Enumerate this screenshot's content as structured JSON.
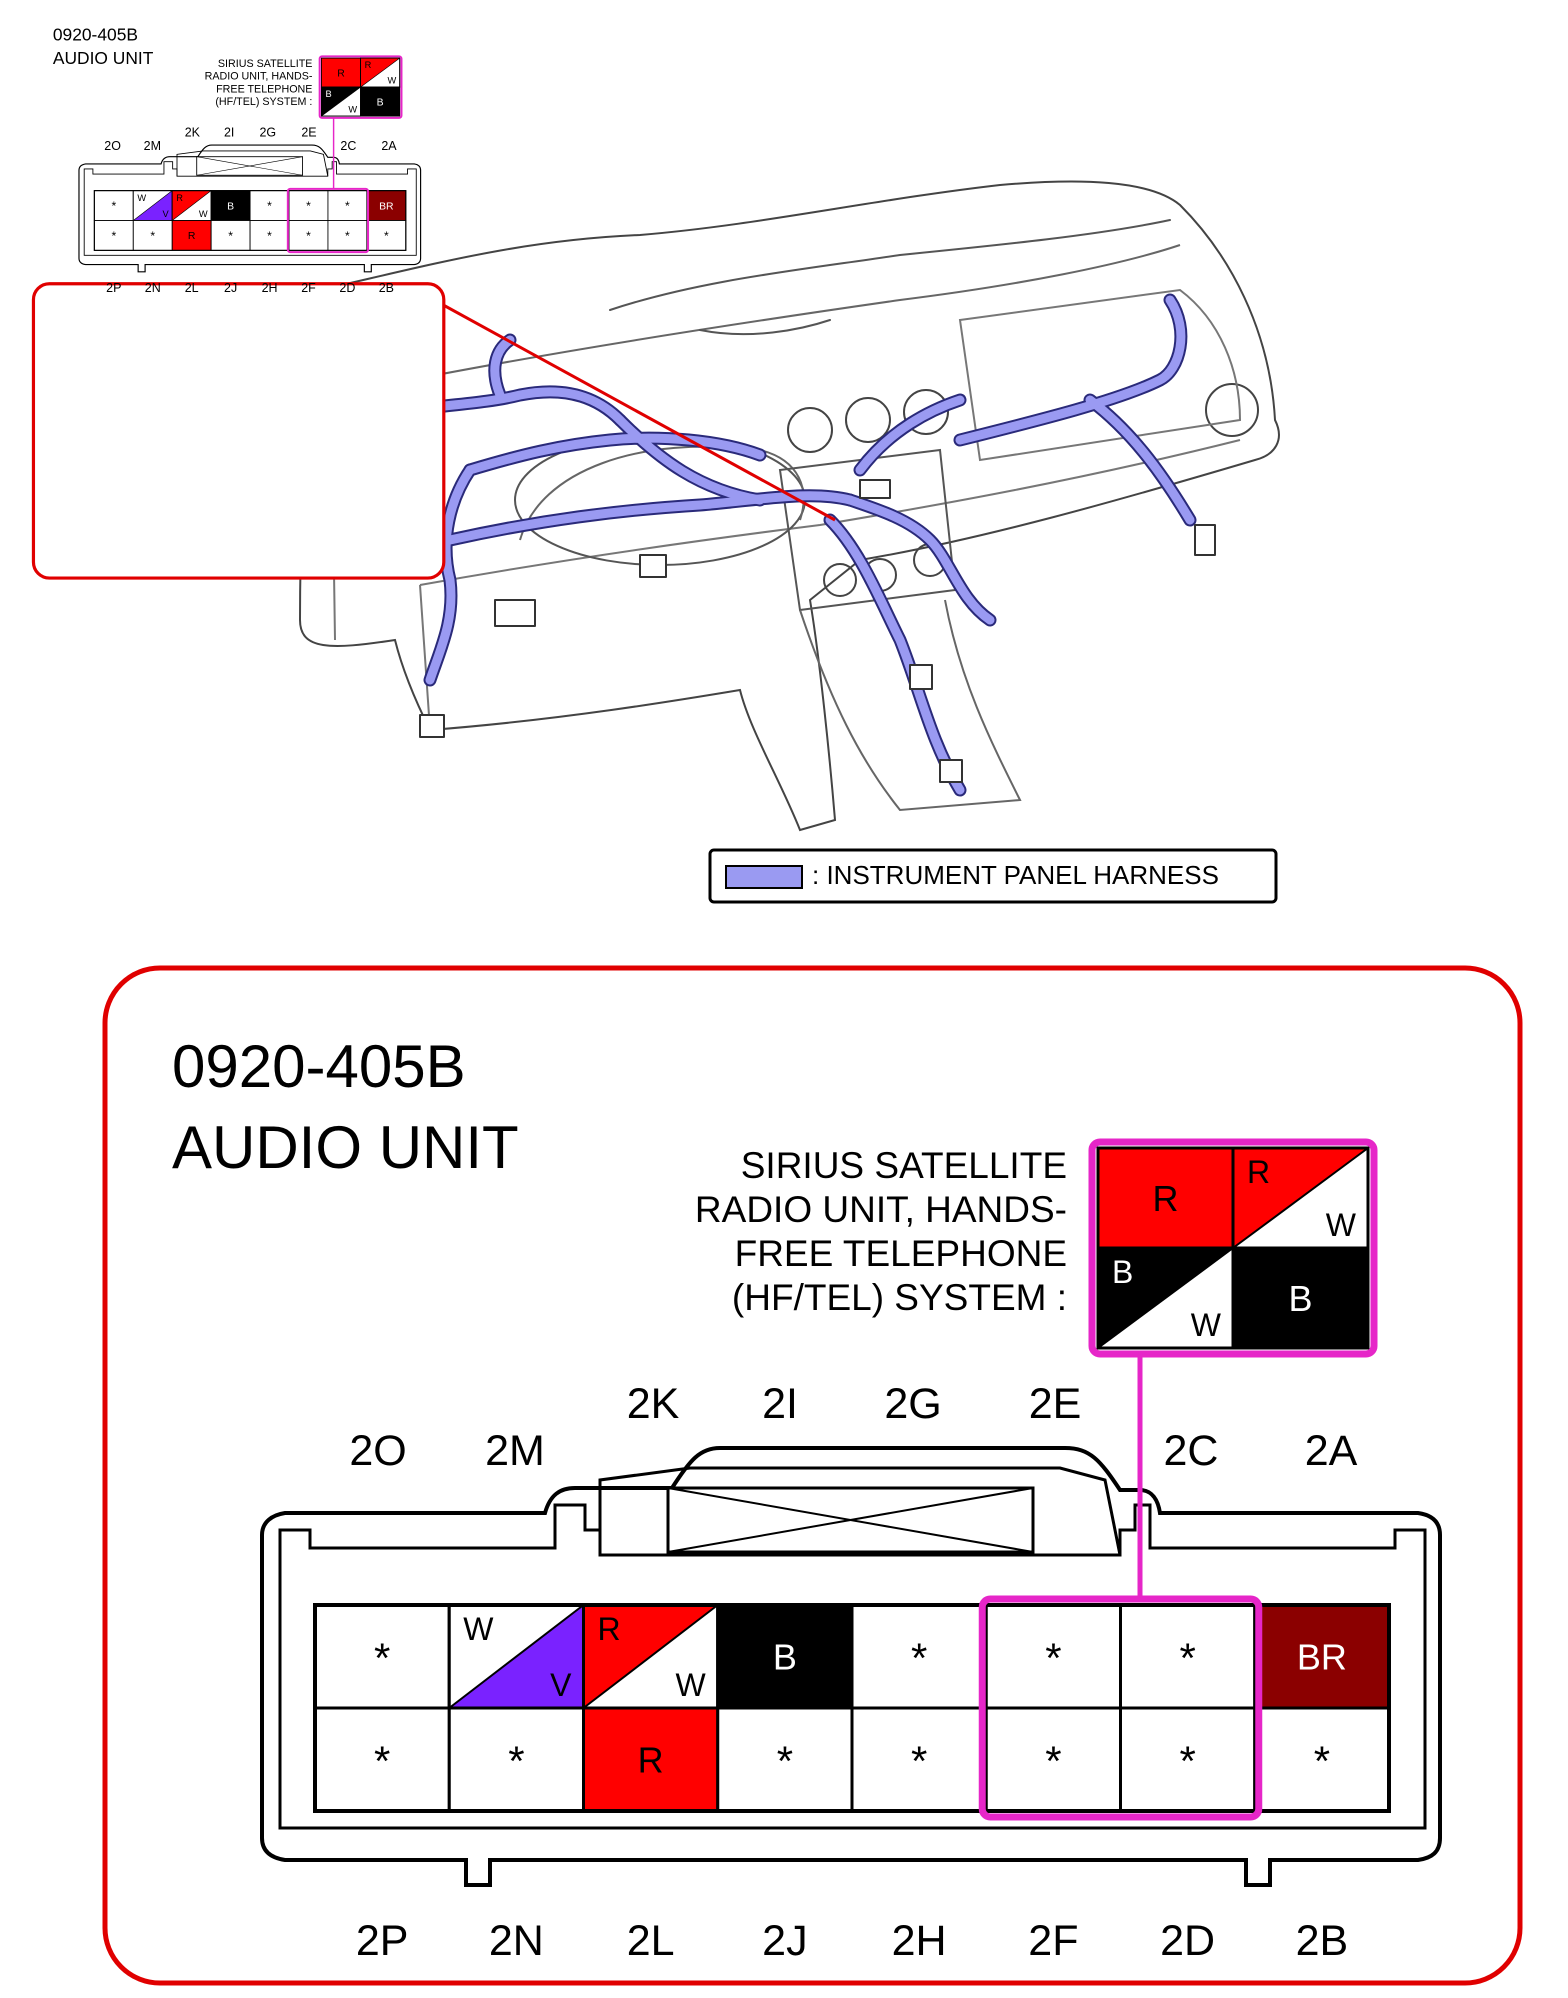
{
  "connector_id": "0920-405B",
  "connector_name": "AUDIO UNIT",
  "system_note": [
    "SIRIUS SATELLITE",
    "RADIO UNIT, HANDS-",
    "FREE TELEPHONE",
    "(HF/TEL) SYSTEM :"
  ],
  "legend": {
    "label": ": INSTRUMENT PANEL HARNESS",
    "color": "#9a9af2"
  },
  "colors": {
    "red": "#ff0000",
    "black": "#000000",
    "violet": "#7a22ff",
    "brown": "#8b0000",
    "magenta": "#e626c8",
    "callout": "#e00000"
  },
  "top_labels_upper": [
    "2K",
    "2I",
    "2G",
    "2E"
  ],
  "top_labels_lower": [
    "2O",
    "2M",
    "2C",
    "2A"
  ],
  "bottom_labels": [
    "2P",
    "2N",
    "2L",
    "2J",
    "2H",
    "2F",
    "2D",
    "2B"
  ],
  "pins": {
    "row1": [
      {
        "type": "empty",
        "mark": "*"
      },
      {
        "type": "split",
        "tl": "W",
        "br": "V",
        "c1": "#ffffff",
        "c2": "#7a22ff"
      },
      {
        "type": "split",
        "tl": "R",
        "br": "W",
        "c1": "#ff0000",
        "c2": "#ffffff"
      },
      {
        "type": "solid",
        "label": "B",
        "bg": "#000000",
        "fg": "#ffffff"
      },
      {
        "type": "empty",
        "mark": "*"
      },
      {
        "type": "empty",
        "mark": "*"
      },
      {
        "type": "empty",
        "mark": "*"
      },
      {
        "type": "solid",
        "label": "BR",
        "bg": "#8b0000",
        "fg": "#ffffff"
      }
    ],
    "row2": [
      {
        "type": "empty",
        "mark": "*"
      },
      {
        "type": "empty",
        "mark": "*"
      },
      {
        "type": "solid",
        "label": "R",
        "bg": "#ff0000",
        "fg": "#000000"
      },
      {
        "type": "empty",
        "mark": "*"
      },
      {
        "type": "empty",
        "mark": "*"
      },
      {
        "type": "empty",
        "mark": "*"
      },
      {
        "type": "empty",
        "mark": "*"
      },
      {
        "type": "empty",
        "mark": "*"
      }
    ]
  },
  "option_pins": [
    {
      "type": "solid",
      "label": "R",
      "bg": "#ff0000",
      "fg": "#000000"
    },
    {
      "type": "split",
      "tl": "R",
      "br": "W",
      "c1": "#ff0000",
      "c2": "#ffffff"
    },
    {
      "type": "split",
      "tl": "B",
      "br": "W",
      "c1": "#000000",
      "c2": "#ffffff"
    },
    {
      "type": "solid",
      "label": "B",
      "bg": "#000000",
      "fg": "#ffffff"
    }
  ]
}
